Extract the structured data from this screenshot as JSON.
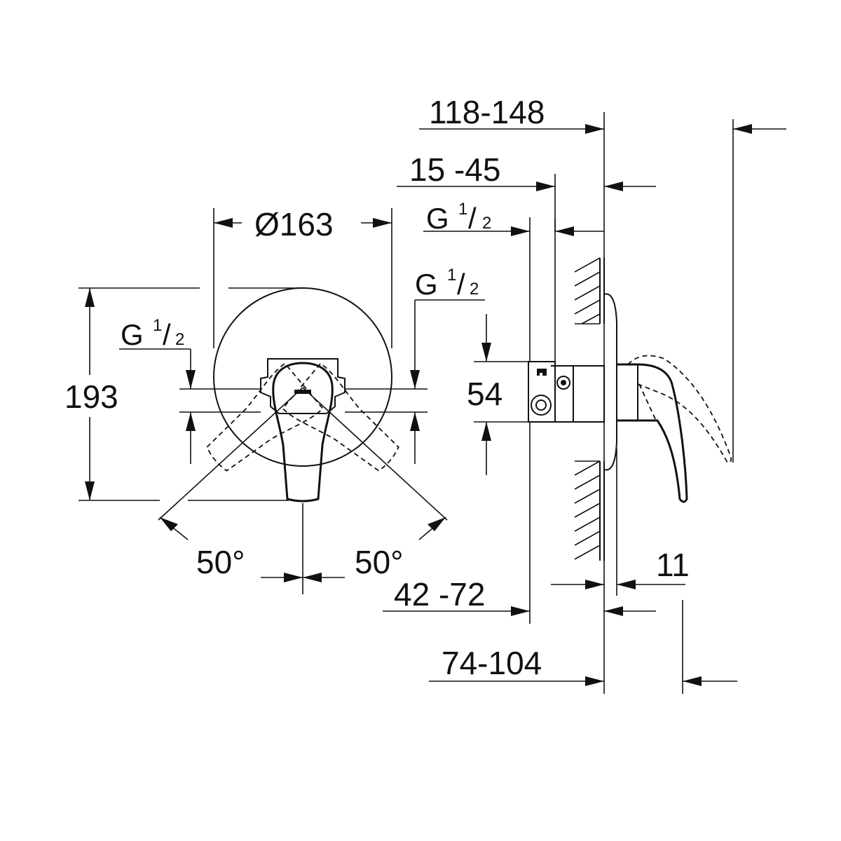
{
  "dimensions": {
    "top_overall": "118-148",
    "top_inner": "15 -45",
    "diameter": "Ø163",
    "height": "193",
    "inlet_spacing": "54",
    "angle_left": "50°",
    "angle_right": "50°",
    "depth_min": "42 -72",
    "depth_overall": "74-104",
    "plate_thickness": "11"
  },
  "thread_labels": [
    {
      "main": "G",
      "sup": "1",
      "slash": "/",
      "sub": "2"
    },
    {
      "main": "G",
      "sup": "1",
      "slash": "/",
      "sub": "2"
    },
    {
      "main": "G",
      "sup": "1",
      "slash": "/",
      "sub": "2"
    }
  ]
}
